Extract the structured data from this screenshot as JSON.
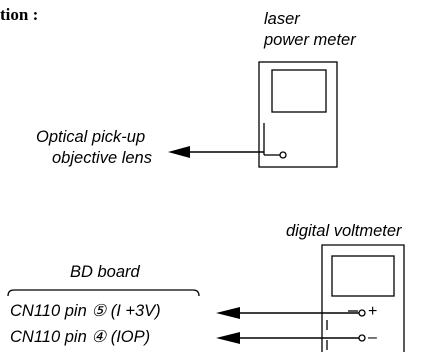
{
  "heading": "tion :",
  "meter": {
    "line1": "laser",
    "line2": "power meter"
  },
  "pickup": {
    "line1": "Optical pick-up",
    "line2": "objective lens"
  },
  "voltmeter": {
    "label": "digital voltmeter"
  },
  "board": {
    "label": "BD board",
    "pins": [
      {
        "text": "CN110 pin ⑤ (I +3V)",
        "polarity": "+"
      },
      {
        "text": "CN110 pin ④ (IOP)",
        "polarity": "–"
      }
    ]
  }
}
